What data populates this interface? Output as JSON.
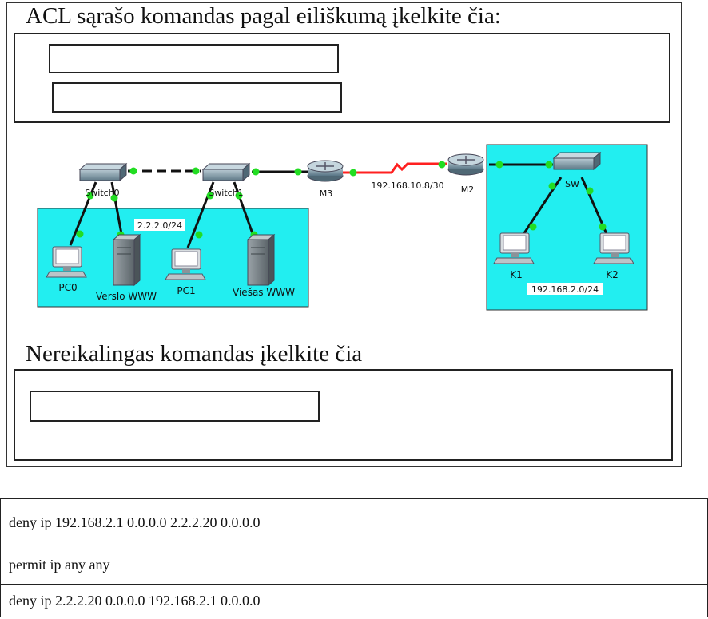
{
  "acl_panel": {
    "heading": "ACL sąrašo komandas pagal eiliškumą įkelkite čia:",
    "slot_count": 2
  },
  "unneeded_panel": {
    "heading": "Nereikalingas komandas įkelkite čia",
    "slot_count": 1
  },
  "diagram": {
    "devices": {
      "switch0": "Switch0",
      "switch1": "Switch1",
      "router_m3": "M3",
      "router_m2": "M2",
      "switch_sw": "SW",
      "pc0": "PC0",
      "server_verslo": "Verslo WWW",
      "pc1": "PC1",
      "server_viesas": "Viešas WWW",
      "k1": "K1",
      "k2": "K2"
    },
    "networks": {
      "left_lan": "2.2.2.0/24",
      "serial_link": "192.168.10.8/30",
      "right_lan": "192.168.2.0/24"
    },
    "colors": {
      "lan_fill": "#22eef0",
      "link_dot": "#22dd22",
      "serial_link": "#ff2020"
    }
  },
  "commands": [
    "deny ip 192.168.2.1 0.0.0.0 2.2.2.20 0.0.0.0",
    "permit ip any any",
    "deny ip 2.2.2.20 0.0.0.0 192.168.2.1 0.0.0.0"
  ]
}
